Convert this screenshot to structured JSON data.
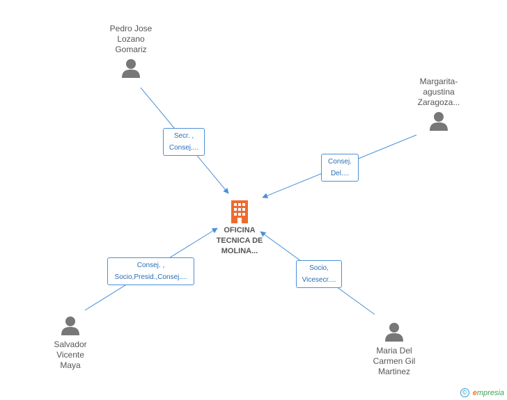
{
  "center": {
    "name": "OFICINA\nTECNICA DE\nMOLINA...",
    "icon": "building-icon",
    "color": "#f06a2e"
  },
  "persons": [
    {
      "id": "pedro",
      "name": "Pedro Jose\nLozano\nGomariz",
      "icon": "person-icon"
    },
    {
      "id": "margarita",
      "name": "Margarita-\nagustina\nZaragoza...",
      "icon": "person-icon"
    },
    {
      "id": "salvador",
      "name": "Salvador\nVicente\nMaya",
      "icon": "person-icon"
    },
    {
      "id": "maria",
      "name": "Maria Del\nCarmen Gil\nMartinez",
      "icon": "person-icon"
    }
  ],
  "edges": [
    {
      "from": "pedro",
      "lines": [
        "Secr. ,",
        "Consej...."
      ]
    },
    {
      "from": "margarita",
      "lines": [
        "Consej.",
        "Del...."
      ]
    },
    {
      "from": "salvador",
      "lines": [
        "Consej. ,",
        "Socio,Presid.,Consej...."
      ]
    },
    {
      "from": "maria",
      "lines": [
        "Socio,",
        "Vicesecr...."
      ]
    }
  ],
  "footer": {
    "copyright_symbol": "©",
    "brand_initial": "e",
    "brand_rest": "mpresia"
  },
  "colors": {
    "edge": "#4a8fd8",
    "person": "#777777",
    "text": "#555555"
  }
}
